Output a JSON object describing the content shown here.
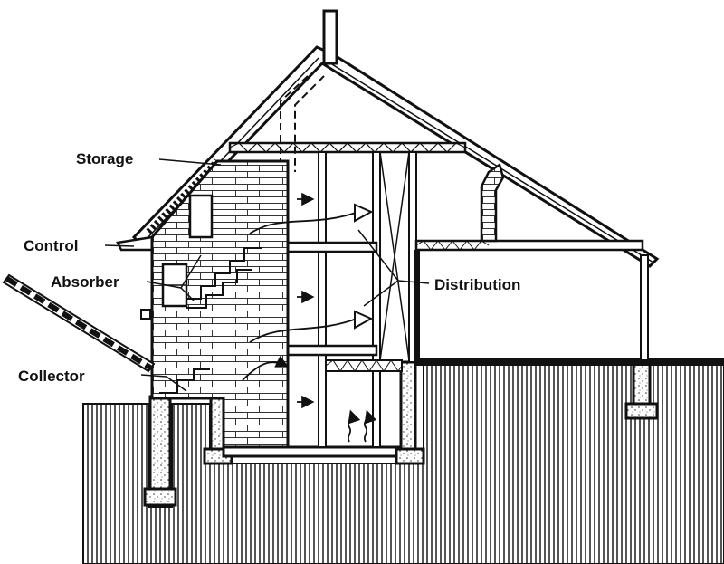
{
  "labels": {
    "storage": "Storage",
    "control": "Control",
    "absorber": "Absorber",
    "collector": "Collector",
    "distribution": "Distribution"
  },
  "colors": {
    "ink": "#111111",
    "paper": "#ffffff"
  }
}
